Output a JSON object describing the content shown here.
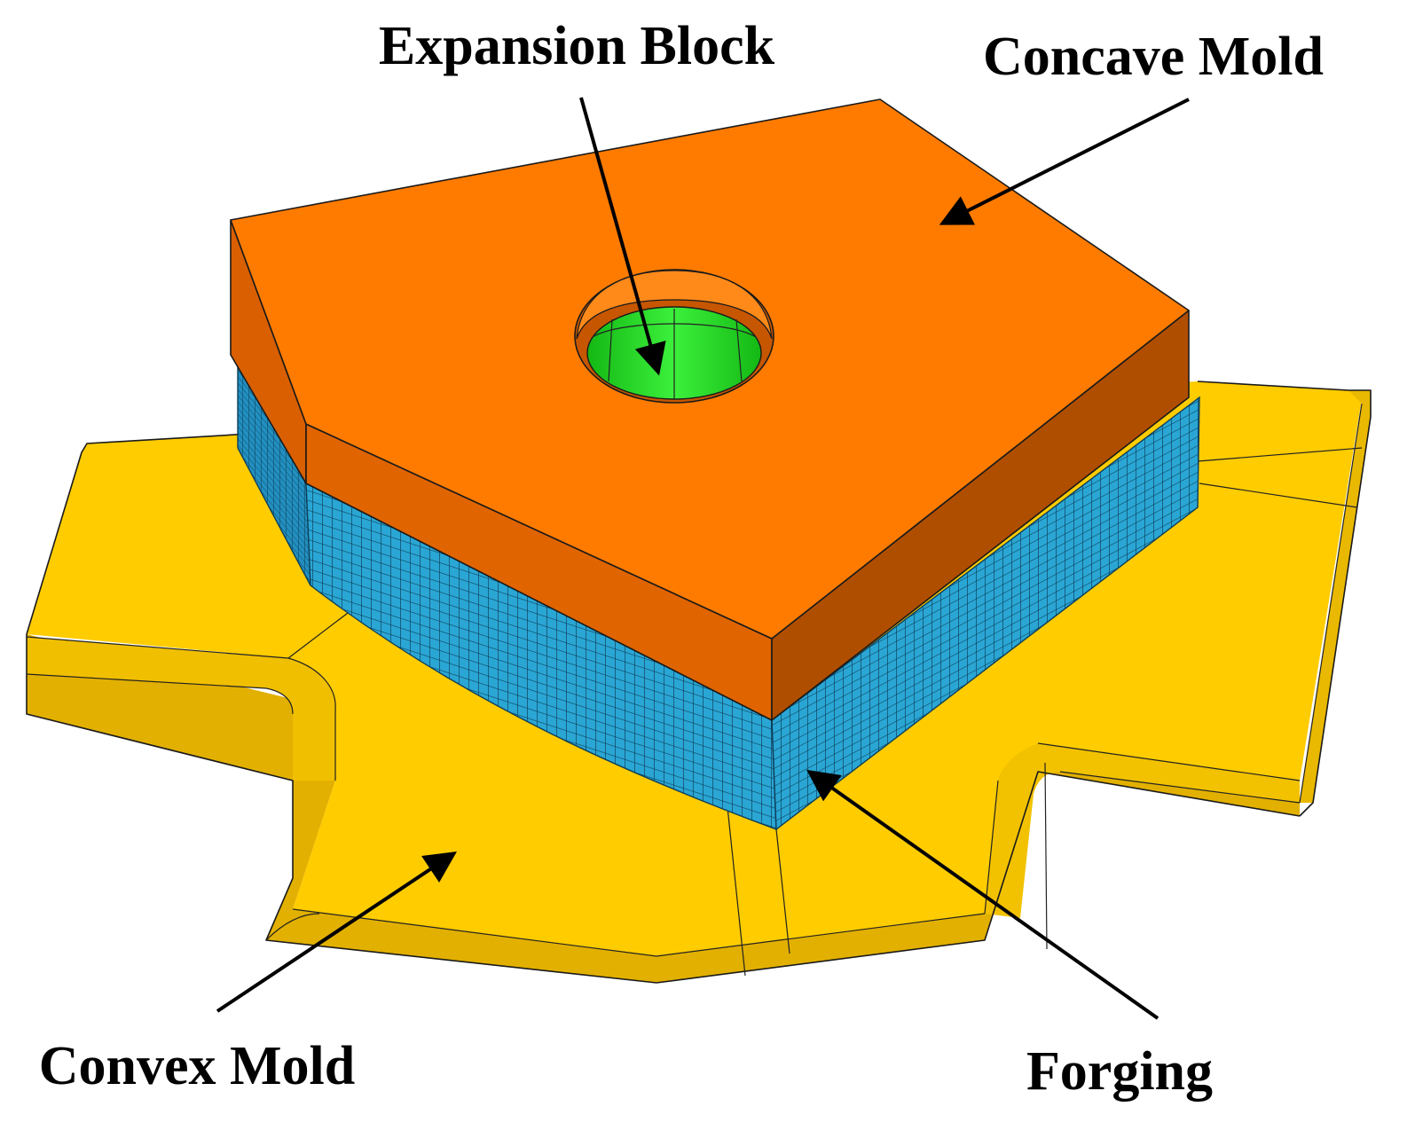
{
  "labels": {
    "expansion_block": "Expansion Block",
    "concave_mold": "Concave Mold",
    "convex_mold": "Convex Mold",
    "forging": "Forging"
  },
  "colors": {
    "background": "#ffffff",
    "concave_mold_top": "#ff7b00",
    "concave_mold_side_left": "#e06400",
    "concave_mold_side_right": "#b04e00",
    "convex_mold": "#ffcc00",
    "convex_mold_shadow": "#e2b000",
    "forging_mesh": "#2aa6d4",
    "expansion_block": "#22e822",
    "arrow": "#000000"
  },
  "icons": {
    "arrow": "arrow-right-icon"
  }
}
